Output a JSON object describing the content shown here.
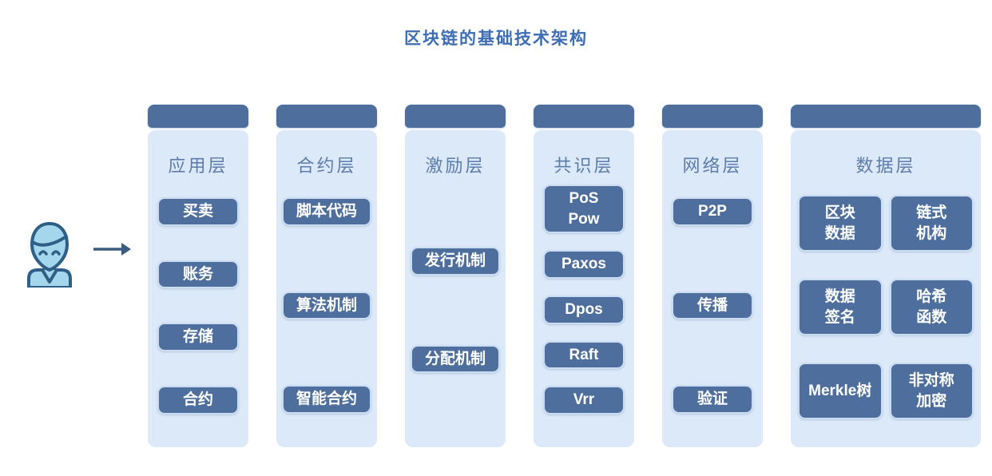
{
  "title": "区块链的基础技术架构",
  "colors": {
    "box_bg": "#4e6f9e",
    "col_bg": "#dce9f8",
    "box_border": "#cbddf2",
    "label_color": "#5d7cab",
    "title_color": "#3d6db5",
    "icon_fill": "#a5d7ec",
    "icon_stroke": "#2e5f86",
    "arrow_color": "#3a5b7e"
  },
  "actor": {
    "icon": "person-icon",
    "arrow_icon": "right-arrow-icon"
  },
  "layers": [
    {
      "id": "application",
      "label": "应用层",
      "items": [
        "买卖",
        "账务",
        "存储",
        "合约"
      ]
    },
    {
      "id": "contract",
      "label": "合约层",
      "items": [
        "脚本代码",
        "算法机制",
        "智能合约"
      ]
    },
    {
      "id": "incentive",
      "label": "激励层",
      "items": [
        "发行机制",
        "分配机制"
      ]
    },
    {
      "id": "consensus",
      "label": "共识层",
      "items": [
        "PoS\nPow",
        "Paxos",
        "Dpos",
        "Raft",
        "Vrr"
      ]
    },
    {
      "id": "network",
      "label": "网络层",
      "items": [
        "P2P",
        "传播",
        "验证"
      ]
    },
    {
      "id": "data",
      "label": "数据层",
      "items": [
        "区块\n数据",
        "链式\n机构",
        "数据\n签名",
        "哈希\n函数",
        "Merkle树",
        "非对称\n加密"
      ]
    }
  ]
}
